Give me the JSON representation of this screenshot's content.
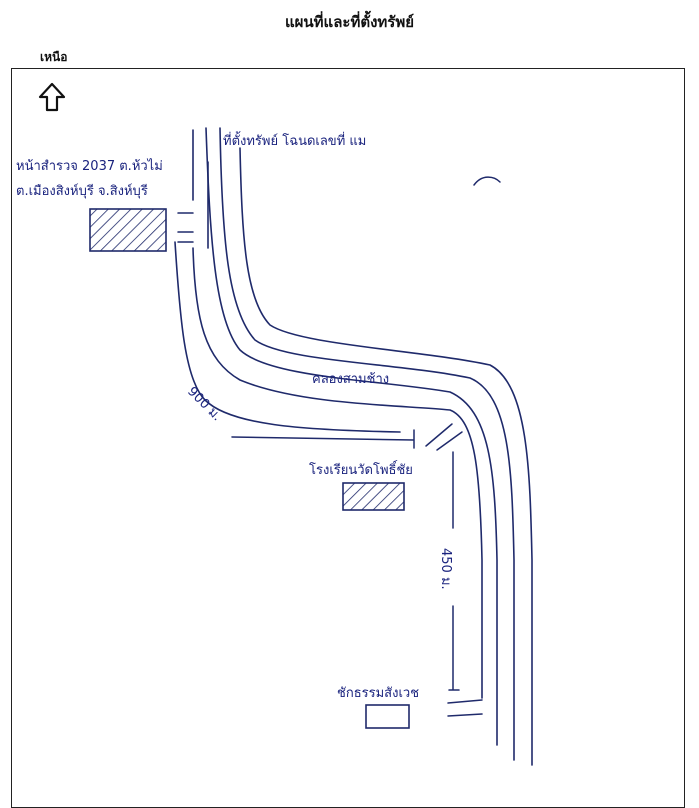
{
  "title": "แผนที่และที่ตั้งทรัพย์",
  "north": {
    "label": "เหนือ",
    "icon": "north-arrow-icon"
  },
  "property": {
    "lines": [
      "ที่ตั้งทรัพย์ โฉนดเลขที่ แม",
      "หน้าสำรวจ 2037 ต.ห้วไม่",
      "ต.เมืองสิงห์บุรี จ.สิงห์บุรี"
    ]
  },
  "canal_label": "คลองสามช้าง",
  "distance_1": "900 ม.",
  "school_label": "โรงเรียนวัดโพธิ์ชัย",
  "distance_2": "450 ม.",
  "landmark_label": "ชักธรรมสังเวช",
  "colors": {
    "ink": "#1f2a6b",
    "frame": "#222222"
  }
}
